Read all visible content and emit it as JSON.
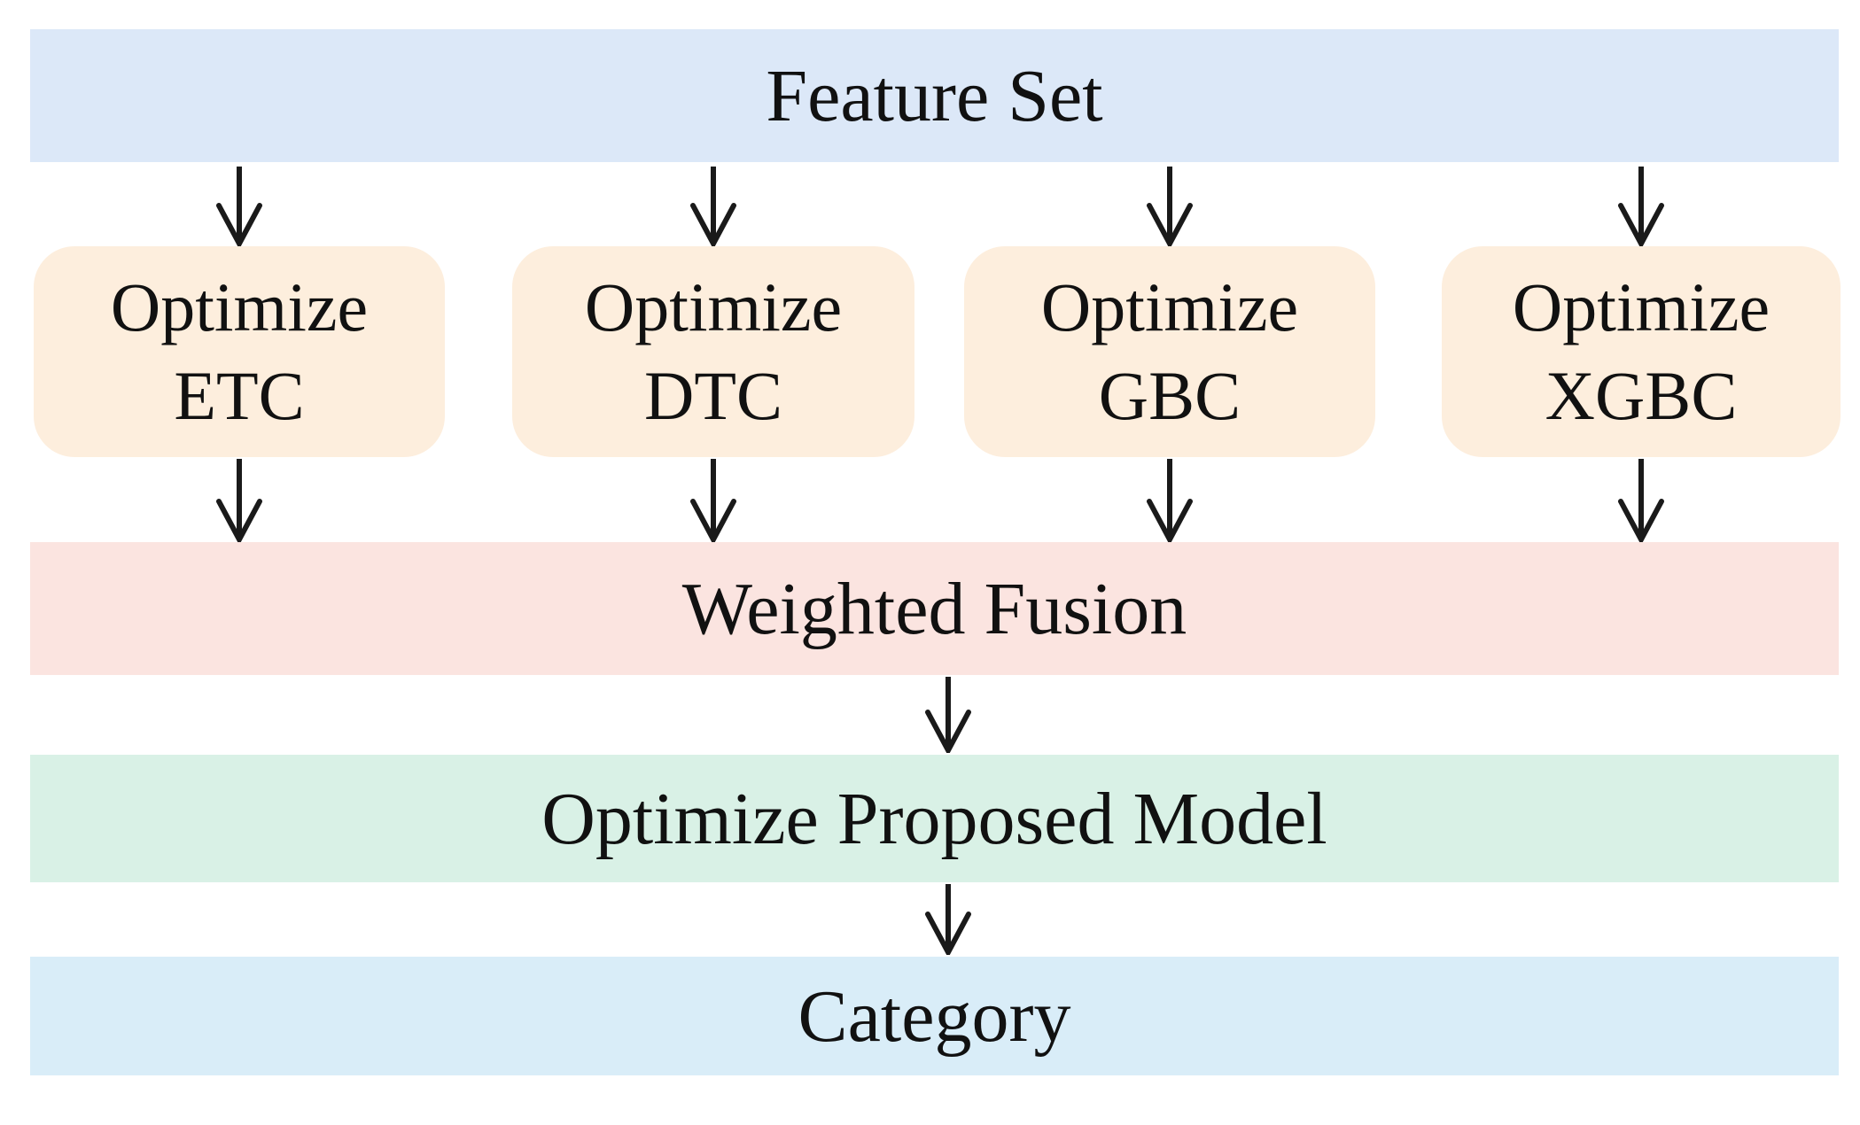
{
  "banners": {
    "feature_set": "Feature Set",
    "weighted_fusion": "Weighted Fusion",
    "optimize_proposed_model": "Optimize Proposed Model",
    "category": "Category"
  },
  "optimizer_boxes": [
    {
      "line1": "Optimize",
      "line2": "ETC"
    },
    {
      "line1": "Optimize",
      "line2": "DTC"
    },
    {
      "line1": "Optimize",
      "line2": "GBC"
    },
    {
      "line1": "Optimize",
      "line2": "XGBC"
    }
  ],
  "icons": {
    "down_arrow": "down-arrow"
  },
  "colors": {
    "feature_banner_bg": "#dce8f8",
    "optimizer_box_bg": "#fdeedd",
    "fusion_banner_bg": "#fbe4e0",
    "proposed_banner_bg": "#d9f1e6",
    "category_banner_bg": "#d9edf8",
    "text": "#111111",
    "arrow": "#1a1a1a"
  }
}
